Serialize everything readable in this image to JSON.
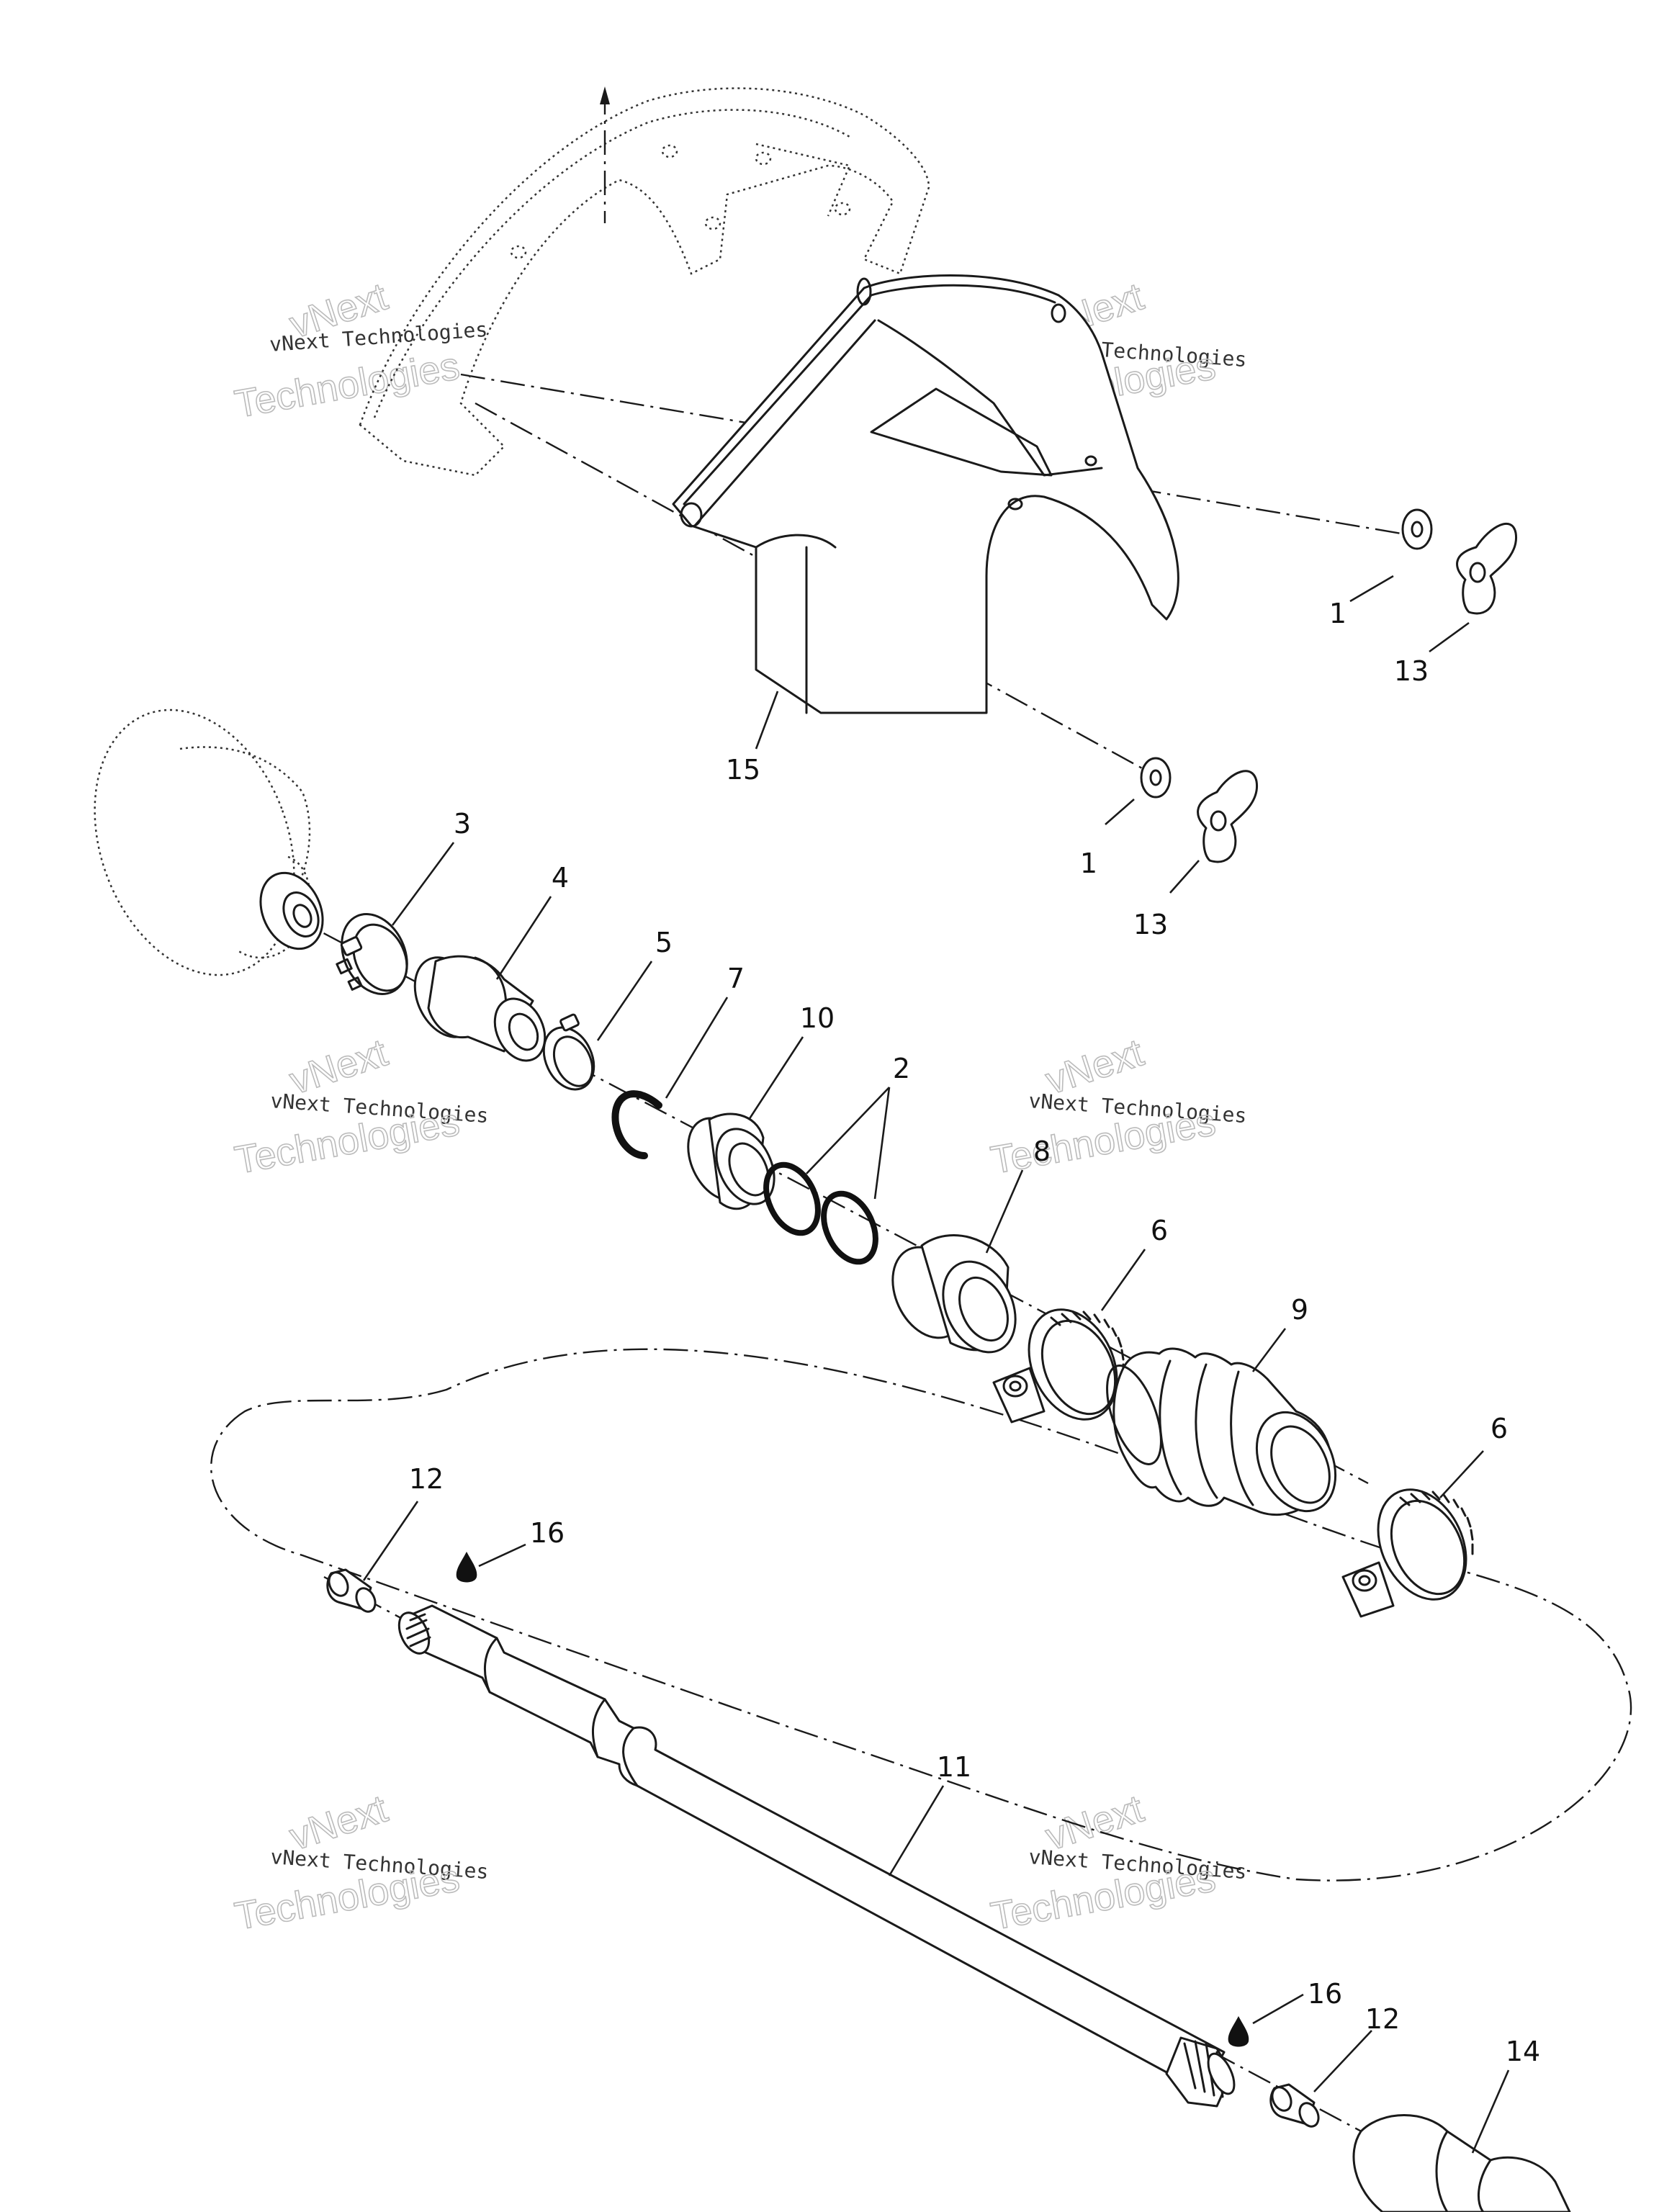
{
  "watermark": {
    "line_small": "vNext Technologies",
    "line_big_1": "vNext",
    "line_big_2": "Technologies"
  },
  "callouts": [
    {
      "id": "c1a",
      "label": "1"
    },
    {
      "id": "c13a",
      "label": "13"
    },
    {
      "id": "c15",
      "label": "15"
    },
    {
      "id": "c1b",
      "label": "1"
    },
    {
      "id": "c13b",
      "label": "13"
    },
    {
      "id": "c3",
      "label": "3"
    },
    {
      "id": "c4",
      "label": "4"
    },
    {
      "id": "c5",
      "label": "5"
    },
    {
      "id": "c7",
      "label": "7"
    },
    {
      "id": "c10",
      "label": "10"
    },
    {
      "id": "c2",
      "label": "2"
    },
    {
      "id": "c8",
      "label": "8"
    },
    {
      "id": "c6a",
      "label": "6"
    },
    {
      "id": "c9",
      "label": "9"
    },
    {
      "id": "c6b",
      "label": "6"
    },
    {
      "id": "c12a",
      "label": "12"
    },
    {
      "id": "c16a",
      "label": "16"
    },
    {
      "id": "c11",
      "label": "11"
    },
    {
      "id": "c16b",
      "label": "16"
    },
    {
      "id": "c12b",
      "label": "12"
    },
    {
      "id": "c14",
      "label": "14"
    }
  ],
  "icons": {
    "lubricant": "oil-drop-icon"
  }
}
